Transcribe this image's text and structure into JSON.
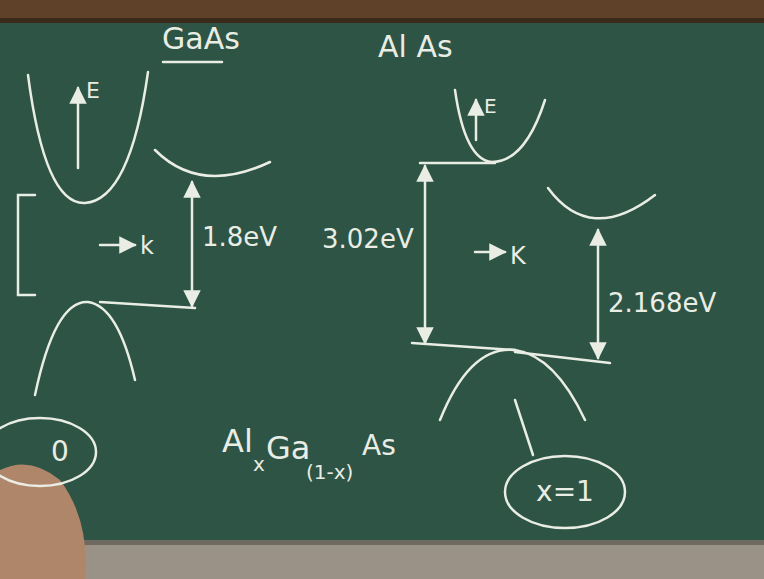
{
  "diagram": {
    "nodes": [
      {
        "text": [
          "0"
        ]
      },
      {
        "text": [
          "x=1"
        ]
      }
    ],
    "labels": [
      "GaAs",
      "E",
      "k",
      "1.8eV",
      "Al As",
      "E",
      "3.02eV",
      "K",
      "2.168eV",
      "Al",
      "x",
      "Ga",
      "(1-x)",
      "As"
    ]
  }
}
